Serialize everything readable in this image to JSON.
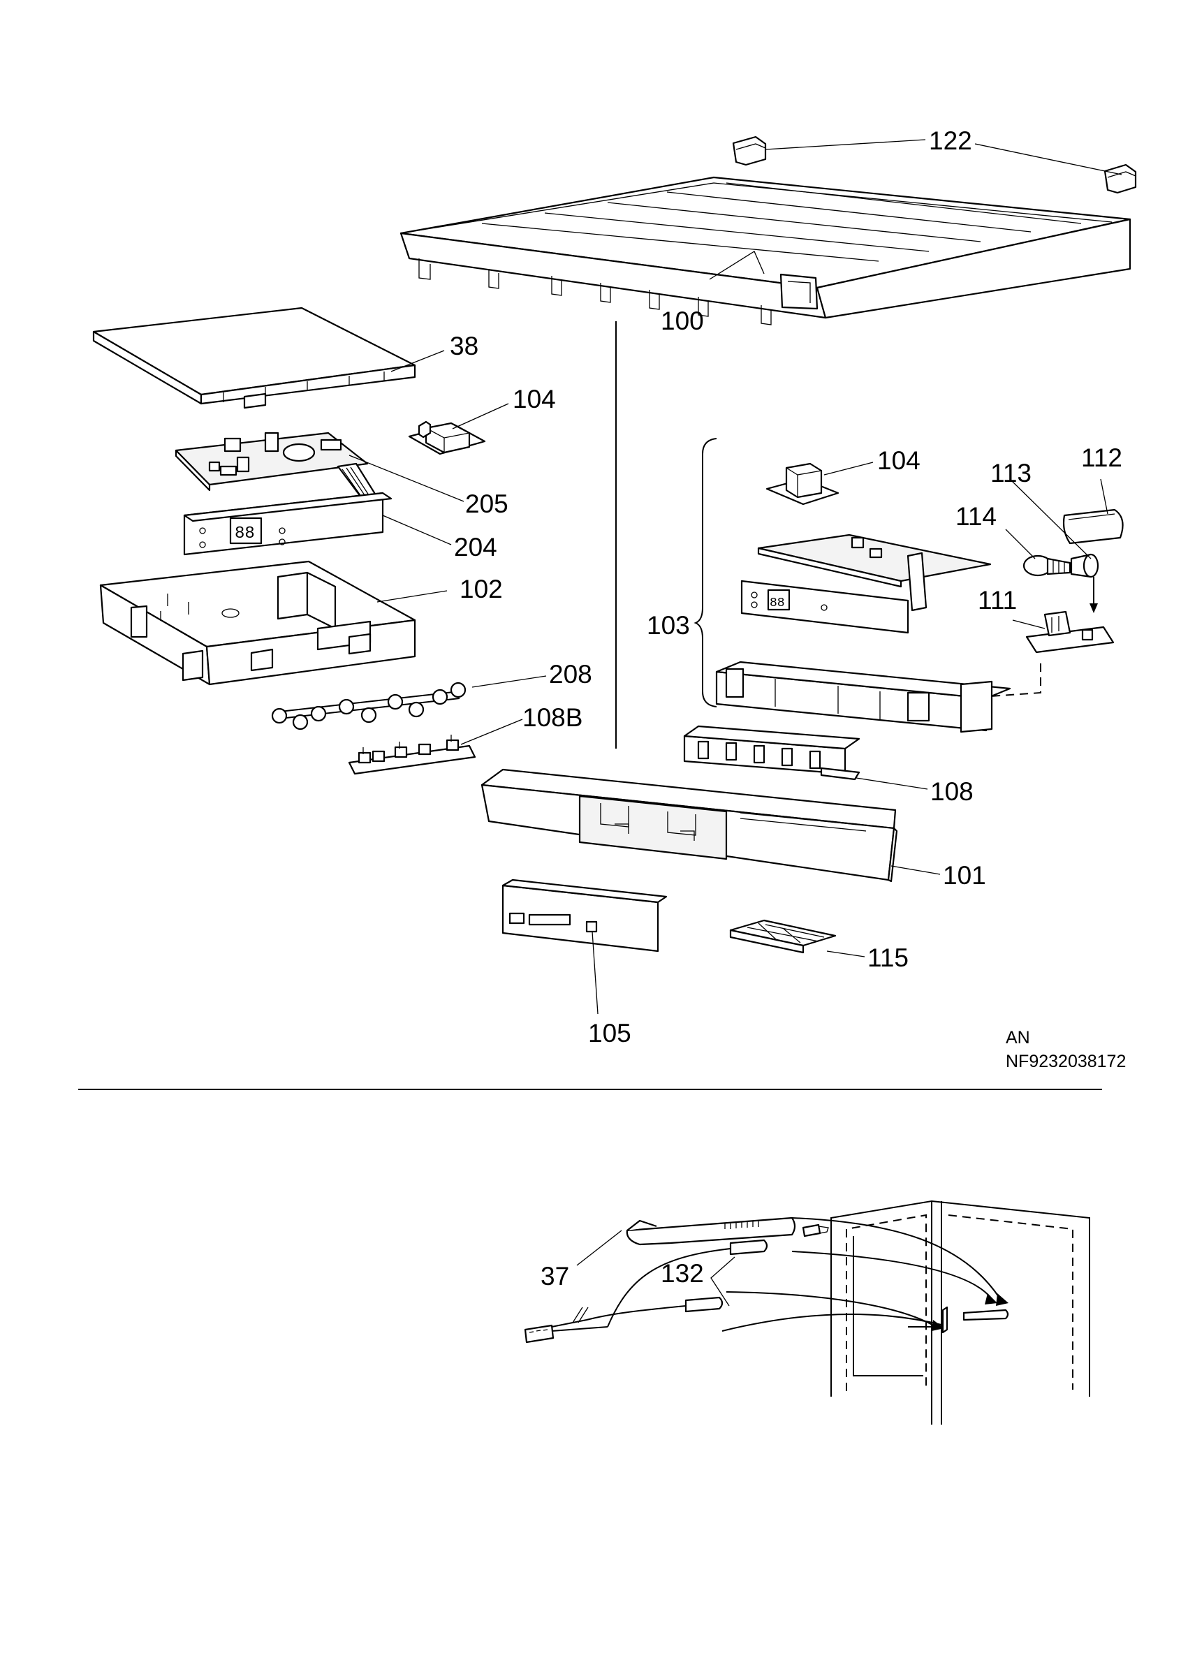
{
  "labels": {
    "top_cover": "100",
    "front_panel": "101",
    "control_housing": "102",
    "kit": "103",
    "module_left": "104",
    "module_right": "104",
    "label_105": "105",
    "switch_assembly": "108",
    "switch_assembly_b": "108B",
    "holder": "111",
    "cap": "112",
    "socket": "113",
    "bulb": "114",
    "grille": "115",
    "end_cap": "122",
    "sensor_132": "132",
    "cover_38": "38",
    "clip_37": "37",
    "display_board": "204",
    "main_board": "205",
    "spring_strip": "208"
  },
  "reference": {
    "line1": "AN",
    "line2": "NF9232038172"
  }
}
